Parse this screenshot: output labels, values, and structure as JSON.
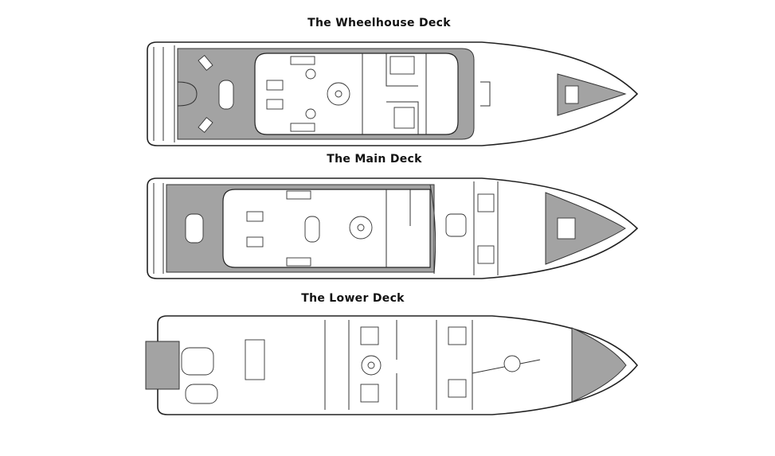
{
  "decks": [
    {
      "title": "The Wheelhouse Deck"
    },
    {
      "title": "The Main Deck"
    },
    {
      "title": "The Lower Deck"
    }
  ],
  "colors": {
    "deck_teak": "#a3a3a3",
    "outline": "#222222"
  }
}
